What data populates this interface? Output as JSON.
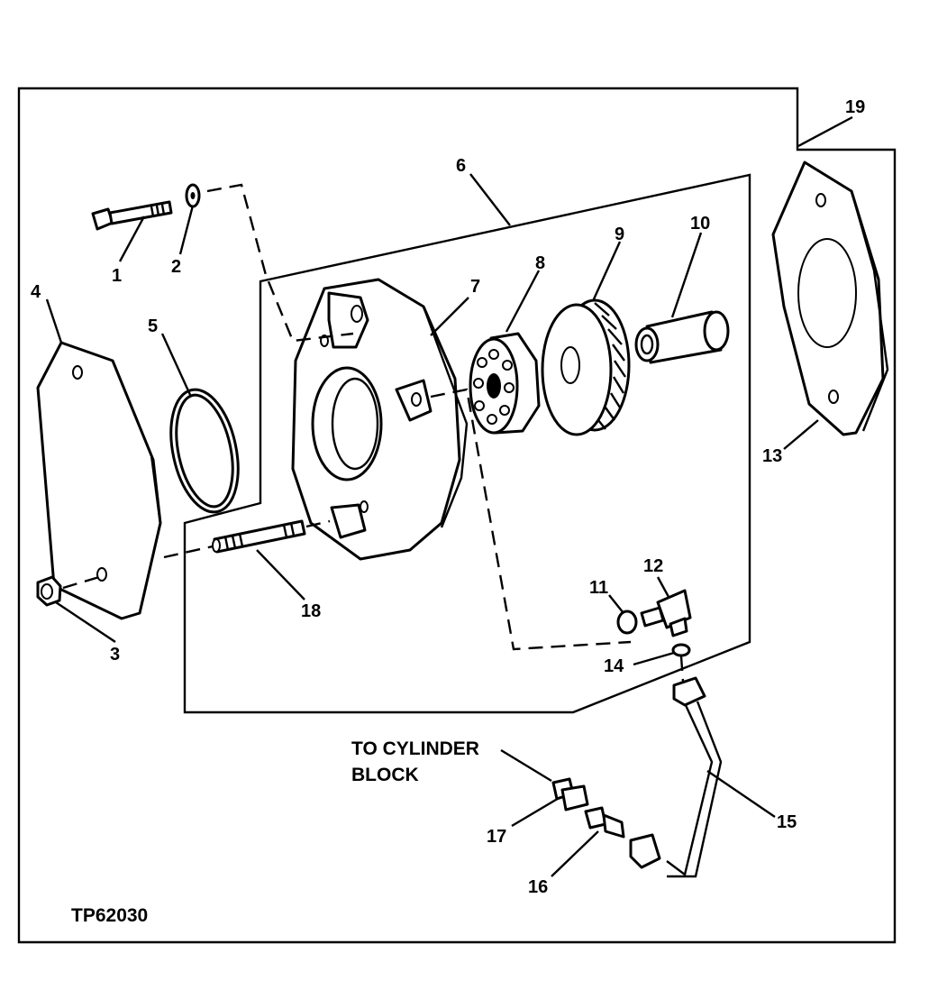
{
  "figure_id": "TP62030",
  "note": {
    "line1": "TO CYLINDER",
    "line2": "BLOCK"
  },
  "callouts": [
    "1",
    "2",
    "3",
    "4",
    "5",
    "6",
    "7",
    "8",
    "9",
    "10",
    "11",
    "12",
    "13",
    "14",
    "15",
    "16",
    "17",
    "18",
    "19"
  ]
}
